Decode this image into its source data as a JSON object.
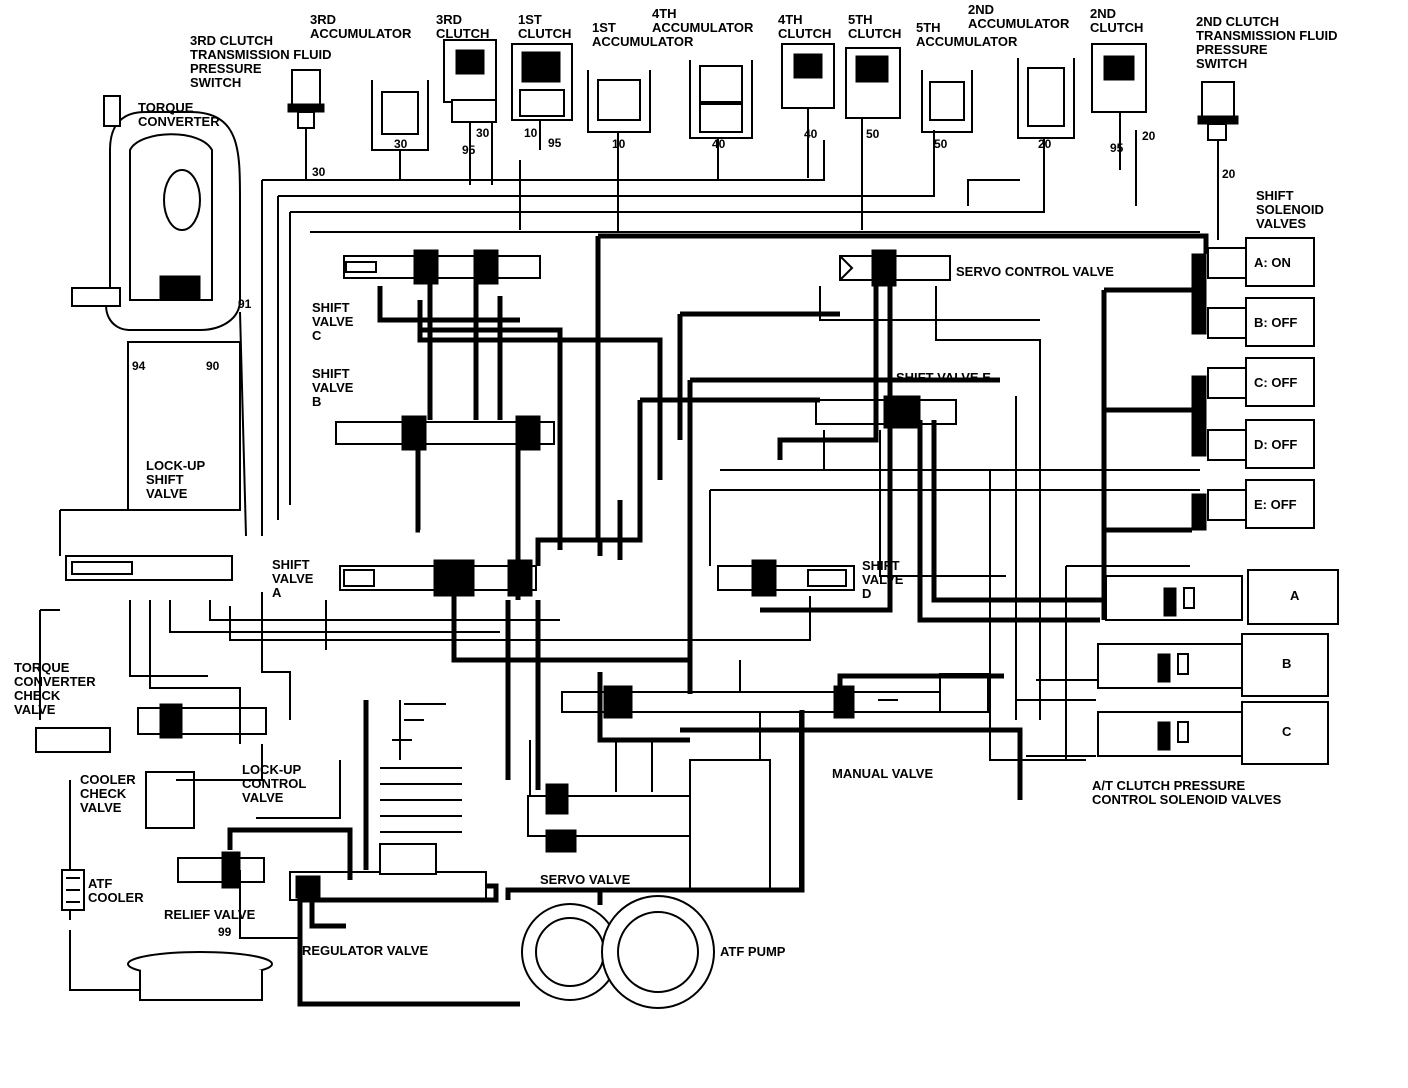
{
  "labels": {
    "c3_switch": [
      "3RD CLUTCH",
      "TRANSMISSION FLUID",
      "PRESSURE",
      "SWITCH"
    ],
    "acc3": [
      "3RD",
      "ACCUMULATOR"
    ],
    "clutch3": [
      "3RD",
      "CLUTCH"
    ],
    "clutch1": [
      "1ST",
      "CLUTCH"
    ],
    "acc1": [
      "1ST",
      "ACCUMULATOR"
    ],
    "acc4": [
      "4TH",
      "ACCUMULATOR"
    ],
    "clutch4": [
      "4TH",
      "CLUTCH"
    ],
    "clutch5": [
      "5TH",
      "CLUTCH"
    ],
    "acc5": [
      "5TH",
      "ACCUMULATOR"
    ],
    "acc2": [
      "2ND",
      "ACCUMULATOR"
    ],
    "clutch2": [
      "2ND",
      "CLUTCH"
    ],
    "c2_switch": [
      "2ND CLUTCH",
      "TRANSMISSION FLUID",
      "PRESSURE",
      "SWITCH"
    ],
    "torque_converter": [
      "TORQUE",
      "CONVERTER"
    ],
    "shift_solenoid": [
      "SHIFT",
      "SOLENOID",
      "VALVES"
    ],
    "servo_control": "SERVO CONTROL VALVE",
    "shift_c": [
      "SHIFT",
      "VALVE",
      "C"
    ],
    "shift_b": [
      "SHIFT",
      "VALVE",
      "B"
    ],
    "shift_e": "SHIFT VALVE E",
    "lockup_shift": [
      "LOCK-UP",
      "SHIFT",
      "VALVE"
    ],
    "shift_a": [
      "SHIFT",
      "VALVE",
      "A"
    ],
    "shift_d": [
      "SHIFT",
      "VALVE",
      "D"
    ],
    "tc_check": [
      "TORQUE",
      "CONVERTER",
      "CHECK",
      "VALVE"
    ],
    "cooler_check": [
      "COOLER",
      "CHECK",
      "VALVE"
    ],
    "lockup_control": [
      "LOCK-UP",
      "CONTROL",
      "VALVE"
    ],
    "manual_valve": "MANUAL VALVE",
    "atc_solenoid": [
      "A/T CLUTCH PRESSURE",
      "CONTROL SOLENOID VALVES"
    ],
    "atf_cooler": [
      "ATF",
      "COOLER"
    ],
    "relief_valve": "RELIEF VALVE",
    "servo_valve": "SERVO VALVE",
    "regulator_valve": "REGULATOR VALVE",
    "atf_pump": "ATF PUMP"
  },
  "shift_solenoids": [
    {
      "name": "A: ON"
    },
    {
      "name": "B: OFF"
    },
    {
      "name": "C: OFF"
    },
    {
      "name": "D: OFF"
    },
    {
      "name": "E: OFF"
    }
  ],
  "clutch_pressure_solenoids": [
    {
      "name": "A"
    },
    {
      "name": "B"
    },
    {
      "name": "C"
    }
  ],
  "numbers": {
    "c3_switch": "30",
    "acc3": "30",
    "clutch3_a": "30",
    "clutch3_b": "95",
    "clutch1_a": "10",
    "clutch1_b": "95",
    "acc1": "10",
    "acc4": "40",
    "clutch4": "40",
    "clutch5": "50",
    "acc5": "50",
    "acc2": "20",
    "clutch2_a": "95",
    "clutch2_b": "20",
    "c2_switch": "20",
    "tc_91": "91",
    "tc_94": "94",
    "tc_90": "90",
    "pump_99": "99"
  }
}
